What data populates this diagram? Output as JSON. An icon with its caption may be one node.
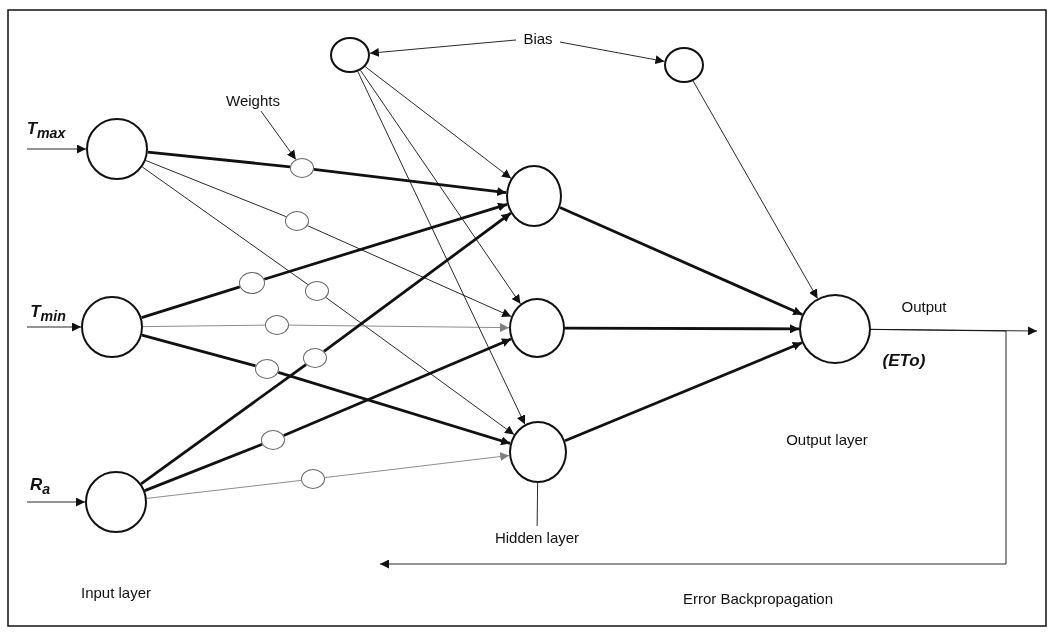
{
  "diagram": {
    "nodes": [
      {
        "text": [
          "Bias"
        ]
      },
      {
        "text": [],
        "shape": "circle"
      },
      {
        "text": [],
        "shape": "circle"
      },
      {
        "text": [
          "Weights"
        ]
      },
      {
        "text": [],
        "shape": "circle",
        "beside": [
          "T$_{max}$"
        ]
      },
      {
        "text": [],
        "shape": "circle",
        "beside": [
          "T$_{min}$"
        ]
      },
      {
        "text": [],
        "shape": "circle",
        "beside": [
          "R$_{a}$"
        ]
      },
      {
        "text": [],
        "shape": "circle"
      },
      {
        "text": [],
        "shape": "circle"
      },
      {
        "text": [],
        "shape": "circle"
      },
      {
        "text": [],
        "shape": "circle"
      },
      {
        "text": [],
        "shape": "circle"
      },
      {
        "text": [],
        "shape": "circle"
      },
      {
        "text": [],
        "shape": "circle"
      },
      {
        "text": [],
        "shape": "circle"
      },
      {
        "text": [],
        "shape": "circle"
      },
      {
        "text": [],
        "shape": "circle"
      },
      {
        "text": [],
        "shape": "circle"
      },
      {
        "text": [],
        "shape": "circle"
      },
      {
        "text": [],
        "shape": "circle",
        "beside": [
          "(ETo)"
        ]
      },
      {
        "text": [
          "Hidden layer"
        ]
      }
    ],
    "edges": [
      {
        "from": null,
        "to": 4,
        "arrow": "to"
      },
      {
        "from": null,
        "to": 5,
        "arrow": "to"
      },
      {
        "from": null,
        "to": 6,
        "arrow": "to"
      },
      {
        "from": 0,
        "to": 1,
        "arrow": "to"
      },
      {
        "from": 0,
        "to": 2,
        "arrow": "to"
      },
      {
        "from": 3,
        "to": 7,
        "arrow": "to"
      },
      {
        "from": 4,
        "to": 7,
        "arrow": "none",
        "style": "thick"
      },
      {
        "from": 7,
        "to": 16,
        "arrow": "to",
        "style": "thick"
      },
      {
        "from": 4,
        "to": 8,
        "arrow": "none"
      },
      {
        "from": 8,
        "to": 17,
        "arrow": "to"
      },
      {
        "from": 4,
        "to": 10,
        "arrow": "none"
      },
      {
        "from": 10,
        "to": 18,
        "arrow": "to"
      },
      {
        "from": 5,
        "to": 9,
        "arrow": "none",
        "style": "thick"
      },
      {
        "from": 9,
        "to": 16,
        "arrow": "to",
        "style": "thick"
      },
      {
        "from": 5,
        "to": 11,
        "arrow": "none",
        "color": "#808080"
      },
      {
        "from": 11,
        "to": 17,
        "arrow": "to",
        "color": "#808080"
      },
      {
        "from": 5,
        "to": 13,
        "arrow": "none",
        "style": "thick"
      },
      {
        "from": 13,
        "to": 18,
        "arrow": "to",
        "style": "thick"
      },
      {
        "from": 6,
        "to": 12,
        "arrow": "none",
        "style": "thick"
      },
      {
        "from": 12,
        "to": 16,
        "arrow": "to",
        "style": "thick"
      },
      {
        "from": 6,
        "to": 14,
        "arrow": "none",
        "style": "thick"
      },
      {
        "from": 14,
        "to": 17,
        "arrow": "to",
        "style": "thick"
      },
      {
        "from": 6,
        "to": 15,
        "arrow": "none",
        "color": "#808080"
      },
      {
        "from": 15,
        "to": 18,
        "arrow": "to",
        "color": "#808080"
      },
      {
        "from": 1,
        "to": 16,
        "arrow": "to"
      },
      {
        "from": 1,
        "to": 17,
        "arrow": "to"
      },
      {
        "from": 1,
        "to": 18,
        "arrow": "to"
      },
      {
        "from": 2,
        "to": 19,
        "arrow": "to"
      },
      {
        "from": 16,
        "to": 19,
        "arrow": "to",
        "style": "thick"
      },
      {
        "from": 17,
        "to": 19,
        "arrow": "to",
        "style": "thick"
      },
      {
        "from": 18,
        "to": 19,
        "arrow": "to",
        "style": "thick"
      },
      {
        "from": 20,
        "to": 18,
        "arrow": "none"
      },
      {
        "from": 19,
        "to": null,
        "arrow": "to",
        "label": "Output"
      },
      {
        "from": 19,
        "to": null,
        "arrow": "to",
        "label": "Error Backpropagation"
      }
    ],
    "labels": [
      "Output layer",
      "Input layer"
    ]
  }
}
